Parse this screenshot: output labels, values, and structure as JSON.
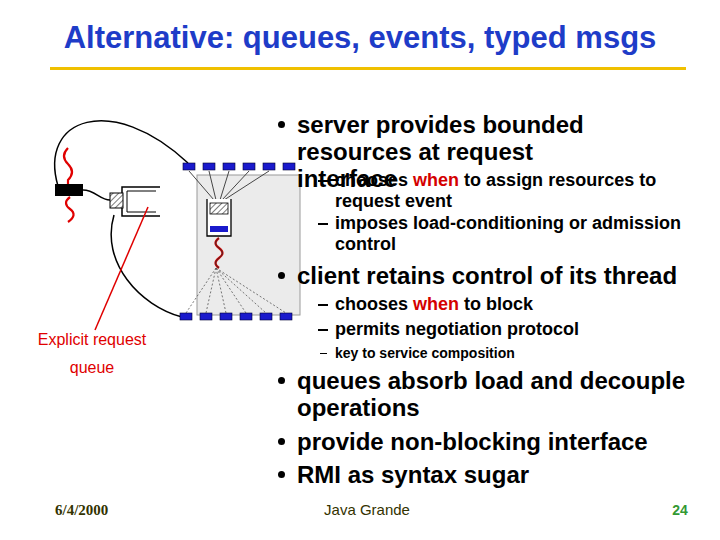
{
  "diagram": {
    "title": "Alternative: queues, events, typed msgs",
    "labels": [
      "server provides bounded resources at request interface",
      "chooses when to assign resources to request event",
      "imposes load-conditioning or admission control",
      "client retains control of its thread",
      "chooses when to block",
      "permits negotiation protocol",
      "key to service composition",
      "queues absorb load and decouple operations",
      "provide non-blocking interface",
      "RMI as syntax sugar",
      "Explicit request queue",
      "6/4/2000",
      "Java Grande",
      "24"
    ]
  }
}
